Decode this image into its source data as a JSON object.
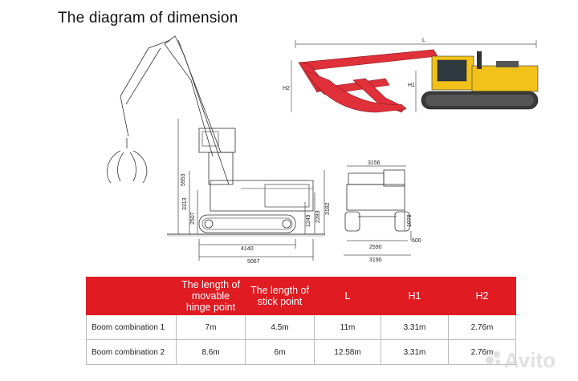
{
  "title": "The diagram of dimension",
  "dims_left": {
    "h_5953": "5953",
    "h_3313": "3313",
    "h_2507": "2507",
    "h_1249": "1249",
    "h_2283": "2283",
    "h_3182": "3182",
    "w_4140": "4140",
    "w_5067": "5067"
  },
  "dims_right": {
    "w_3156": "3156",
    "w_2590": "2590",
    "w_3190": "3190",
    "h_1078": "1078",
    "h_600": "600"
  },
  "dims_top": {
    "L": "L",
    "H1": "H1",
    "H2": "H2"
  },
  "table": {
    "headers": [
      "",
      "The length of movable hinge point",
      "The length of stick point",
      "L",
      "H1",
      "H2"
    ],
    "rows": [
      [
        "Boom  combination  1",
        "7m",
        "4.5m",
        "11m",
        "3.31m",
        "2.76m"
      ],
      [
        "Boom  combination  2",
        "8.6m",
        "6m",
        "12.58m",
        "3.31m",
        "2.76m"
      ]
    ]
  },
  "watermark": "Avito",
  "colors": {
    "accent_red": "#e01b22",
    "machine_yellow": "#f2c21b",
    "arm_red": "#e0303a"
  }
}
